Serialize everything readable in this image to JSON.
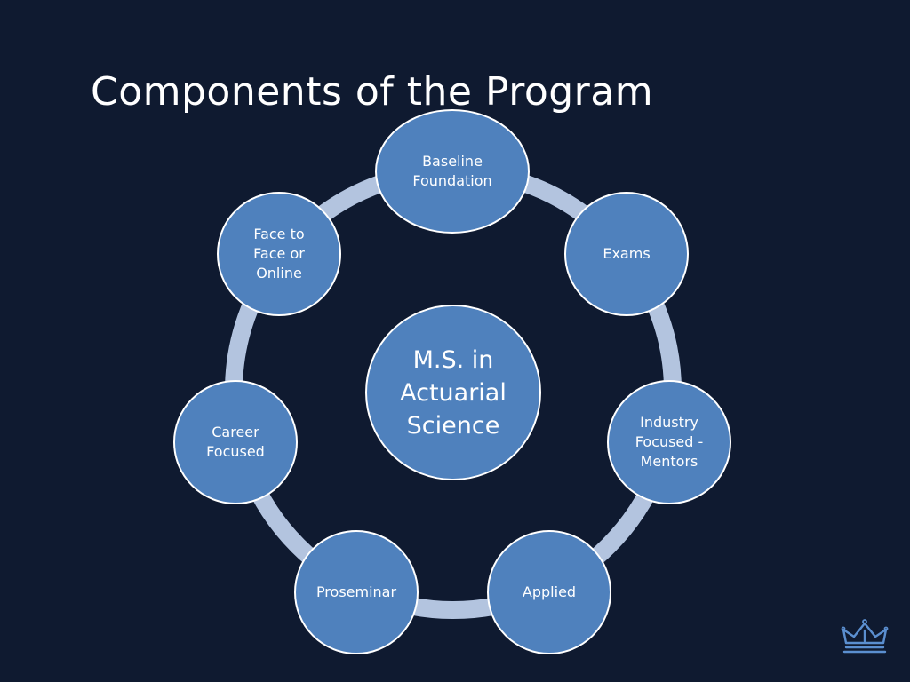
{
  "slide": {
    "title": "Components of the Program",
    "background_color": "#0f1a30"
  },
  "diagram": {
    "type": "radial-cycle",
    "ring_color": "#b3c4df",
    "node_color": "#4f81bd",
    "node_border_color": "#ffffff",
    "center": {
      "label": "M.S. in\nActuarial\nScience"
    },
    "nodes": [
      {
        "label": "Baseline\nFoundation"
      },
      {
        "label": "Exams"
      },
      {
        "label": "Industry\nFocused -\nMentors"
      },
      {
        "label": "Applied"
      },
      {
        "label": "Proseminar"
      },
      {
        "label": "Career\nFocused"
      },
      {
        "label": "Face to\nFace or\nOnline"
      }
    ]
  },
  "logo": {
    "icon": "crown-icon",
    "color": "#5b8fd0"
  }
}
